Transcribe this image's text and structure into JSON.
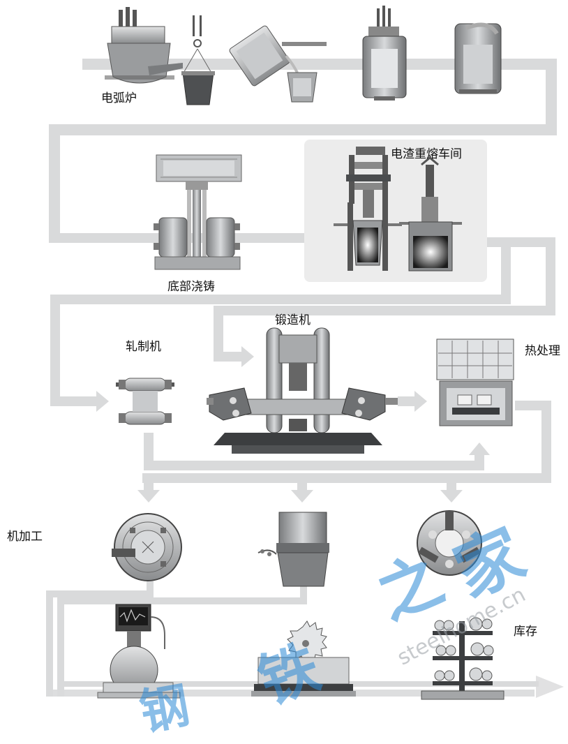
{
  "labels": {
    "arc_furnace": "电弧炉",
    "esr_workshop": "电渣重熔车间",
    "bottom_casting": "底部浇铸",
    "forging_press": "锻造机",
    "rolling_mill": "轧制机",
    "heat_treatment": "热处理",
    "machining": "机加工",
    "storage": "库存"
  },
  "watermark": {
    "cn_chars": [
      "钢",
      "铁",
      "之",
      "家"
    ],
    "domain": "steelhome.cn"
  },
  "colors": {
    "flow_arrow": "#d9dadb",
    "machine_dark": "#5a5c5e",
    "machine_mid": "#8c8e90",
    "machine_light": "#c4c6c8",
    "panel_bg": "#ececec",
    "watermark_blue": "#2c8ad6"
  }
}
